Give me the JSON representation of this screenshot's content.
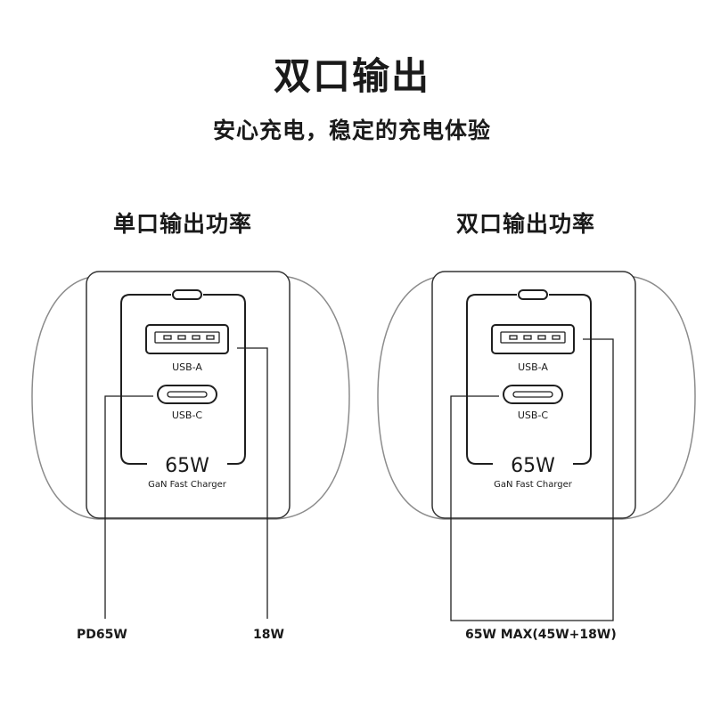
{
  "header": {
    "title": "双口输出",
    "subtitle": "安心充电，稳定的充电体验"
  },
  "left": {
    "section_title": "单口输出功率",
    "port_a_label": "USB-A",
    "port_c_label": "USB-C",
    "wattage": "65W",
    "brand_line": "GaN Fast Charger",
    "callout_c": "PD65W",
    "callout_a": "18W"
  },
  "right": {
    "section_title": "双口输出功率",
    "port_a_label": "USB-A",
    "port_c_label": "USB-C",
    "wattage": "65W",
    "brand_line": "GaN Fast Charger",
    "callout_combined": "65W MAX(45W+18W)"
  }
}
